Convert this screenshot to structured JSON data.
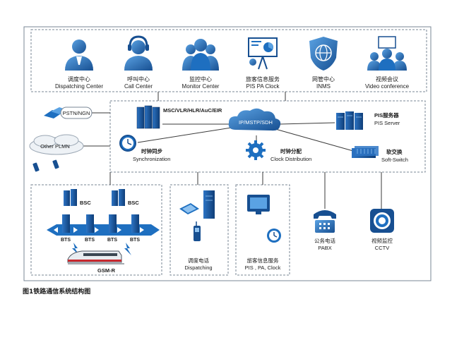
{
  "colors": {
    "primary": "#1e6fc0",
    "dark": "#174f91",
    "light": "#dbe9f7",
    "border": "#7a8796"
  },
  "top_row": [
    {
      "icon": "dispatcher-person-icon",
      "zh": "调度中心",
      "en": "Dispatching Center"
    },
    {
      "icon": "headset-agent-icon",
      "zh": "呼叫中心",
      "en": "Call Center"
    },
    {
      "icon": "group-monitor-icon",
      "zh": "监控中心",
      "en": "Monitor Center"
    },
    {
      "icon": "presentation-board-icon",
      "zh": "旅客信息服务",
      "en": "PIS  PA Clock"
    },
    {
      "icon": "shield-globe-icon",
      "zh": "网管中心",
      "en": "INMS"
    },
    {
      "icon": "conference-people-icon",
      "zh": "视频会议",
      "en": "Video conference"
    }
  ],
  "core": {
    "msc_label": "MSC/VLR/HLR/AuC/EIR",
    "cloud_label": "IP/MSTP/SDH",
    "pis_server_zh": "PIS服务器",
    "pis_server_en": "PIS Server",
    "sync_zh": "时钟同步",
    "sync_en": "Synchronization",
    "clock_zh": "时钟分配",
    "clock_en": "Clock Distribution",
    "softswitch_zh": "软交换",
    "softswitch_en": "Soft-Switch"
  },
  "external": {
    "pstn_label": "PSTN/NGN",
    "plmn_label": "Other PLMN"
  },
  "gsm": {
    "bsc_label": "BSC",
    "bts_label": "BTS",
    "train_label": "GSM-R"
  },
  "dispatching": {
    "zh": "调度电话",
    "en": "Dispatching"
  },
  "pis_box": {
    "zh": "旅客信息服务",
    "en": "PIS , PA, Clock"
  },
  "pabx": {
    "zh": "公务电话",
    "en": "PABX"
  },
  "cctv": {
    "zh": "视频监控",
    "en": "CCTV"
  },
  "caption": "图1铁路通信系统结构图"
}
